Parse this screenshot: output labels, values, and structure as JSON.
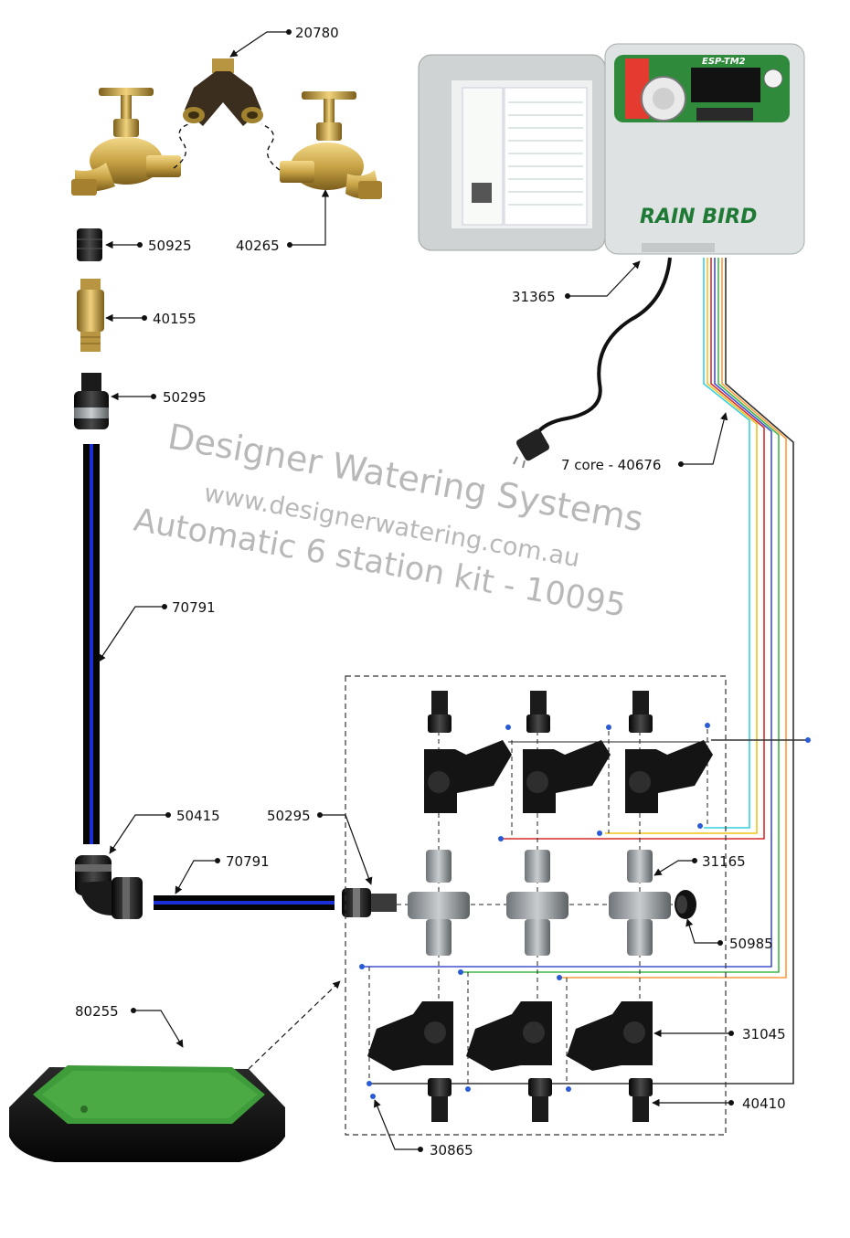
{
  "watermark": {
    "line1": "Designer Watering Systems",
    "line2": "www.designerwatering.com.au",
    "line3": "Automatic 6 station kit - 10095"
  },
  "controller": {
    "brand": "RAIN BIRD",
    "model": "ESP-TM2"
  },
  "labels": {
    "l20780": "20780",
    "l40265": "40265",
    "l50925": "50925",
    "l40155": "40155",
    "l50295_top": "50295",
    "l31365": "31365",
    "l7core": "7 core - 40676",
    "l70791_v": "70791",
    "l50415": "50415",
    "l70791_h": "70791",
    "l50295_mid": "50295",
    "l31165": "31165",
    "l50985": "50985",
    "l31045": "31045",
    "l40410": "40410",
    "l80255": "80255",
    "l30865": "30865"
  },
  "colors": {
    "pipe_stripe": "#1a2fd6",
    "box_green": "#3f9c3a",
    "controller_grey": "#d9dcdc",
    "brass": "#c9a446",
    "wire_cyan": "#35d0e0",
    "wire_yellow": "#f2c21b",
    "wire_red": "#d62c2c",
    "wire_blue": "#4050d0",
    "wire_green": "#3fb84a",
    "wire_orange": "#ff9a3a",
    "wire_dark": "#333333"
  }
}
